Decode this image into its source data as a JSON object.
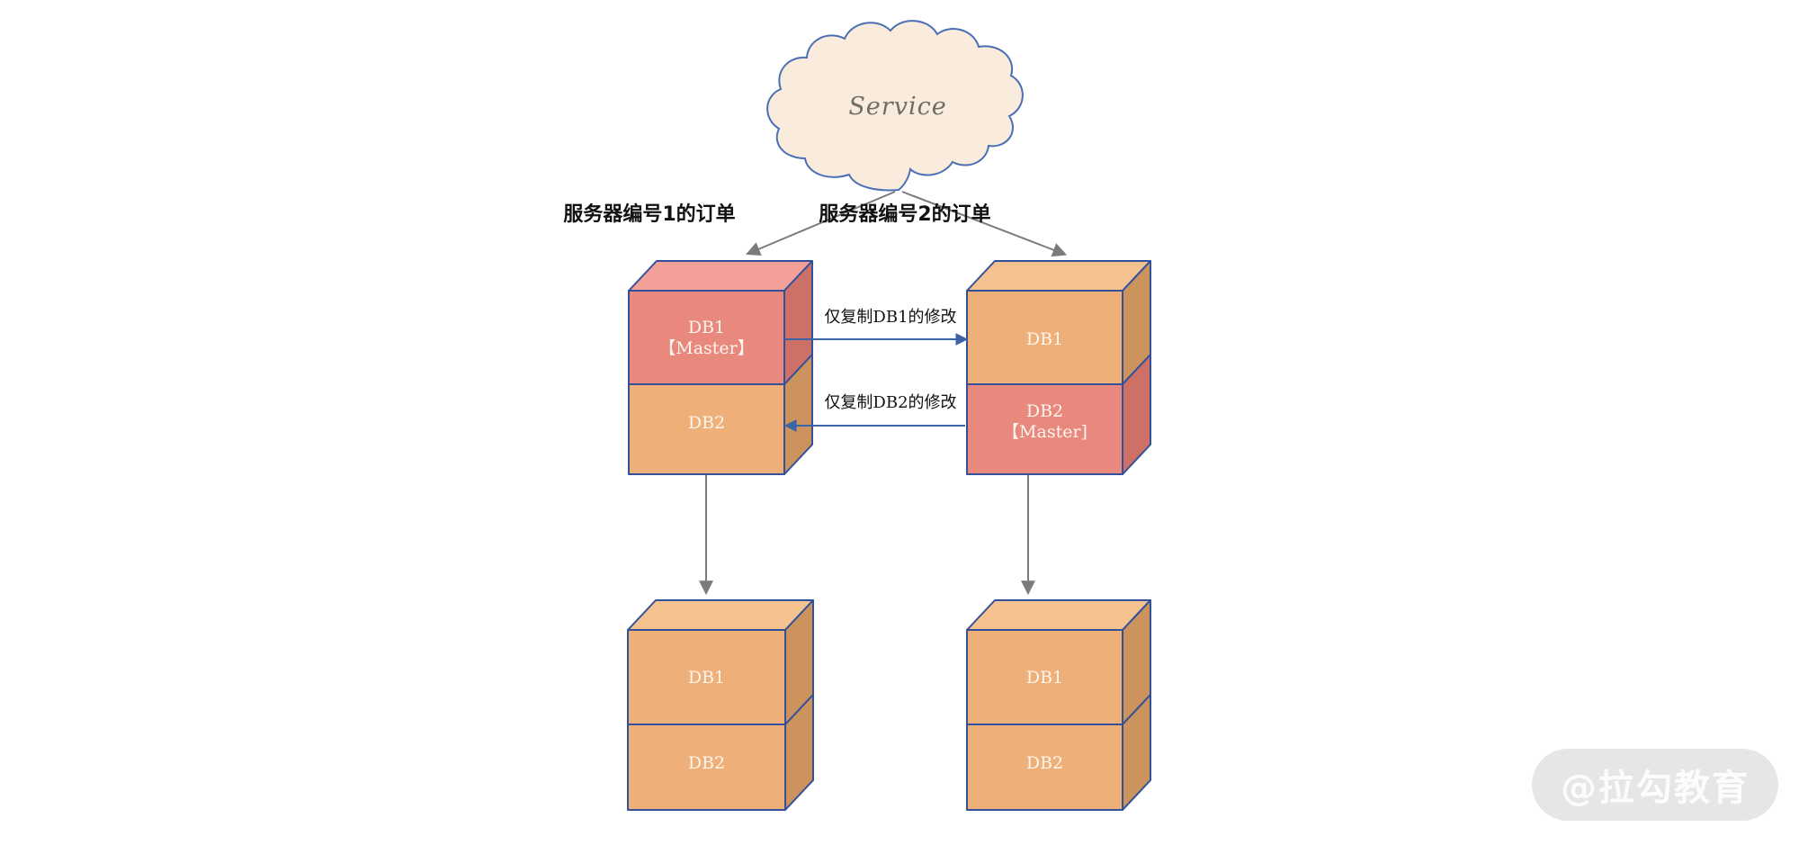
{
  "cloud": {
    "label": "Service"
  },
  "branches": {
    "left_label": "服务器编号1的订单",
    "right_label": "服务器编号2的订单"
  },
  "replication": {
    "db1_arrow_label": "仅复制DB1的修改",
    "db2_arrow_label": "仅复制DB2的修改"
  },
  "servers": {
    "server1_primary": {
      "db1_line1": "DB1",
      "db1_line2": "【Master】",
      "db2_line1": "DB2"
    },
    "server2_primary": {
      "db1_line1": "DB1",
      "db2_line1": "DB2",
      "db2_line2": "【Master]"
    },
    "server1_replica": {
      "db1_label": "DB1",
      "db2_label": "DB2"
    },
    "server2_replica": {
      "db1_label": "DB1",
      "db2_label": "DB2"
    }
  },
  "watermark": {
    "text": "@拉勾教育"
  },
  "colors": {
    "background": "#ffffff",
    "salmon_front": "#e9897e",
    "salmon_top": "#f2a098",
    "salmon_side": "#cd7066",
    "orange_front": "#eeb078",
    "orange_top": "#f3c28f",
    "orange_side": "#cc935c",
    "box_edge": "#33519b",
    "replication_arrow_blue": "#3c63a8",
    "flow_arrow_gray": "#7b7b7b",
    "cloud_fill": "#faecdd",
    "cloud_stroke": "#4a6fb5",
    "service_text": "#6e6e66",
    "diagram_text": "#111111",
    "box_text": "#fdf6ef",
    "watermark_bg": "#d9d9d9",
    "watermark_text": "#ffffff"
  }
}
